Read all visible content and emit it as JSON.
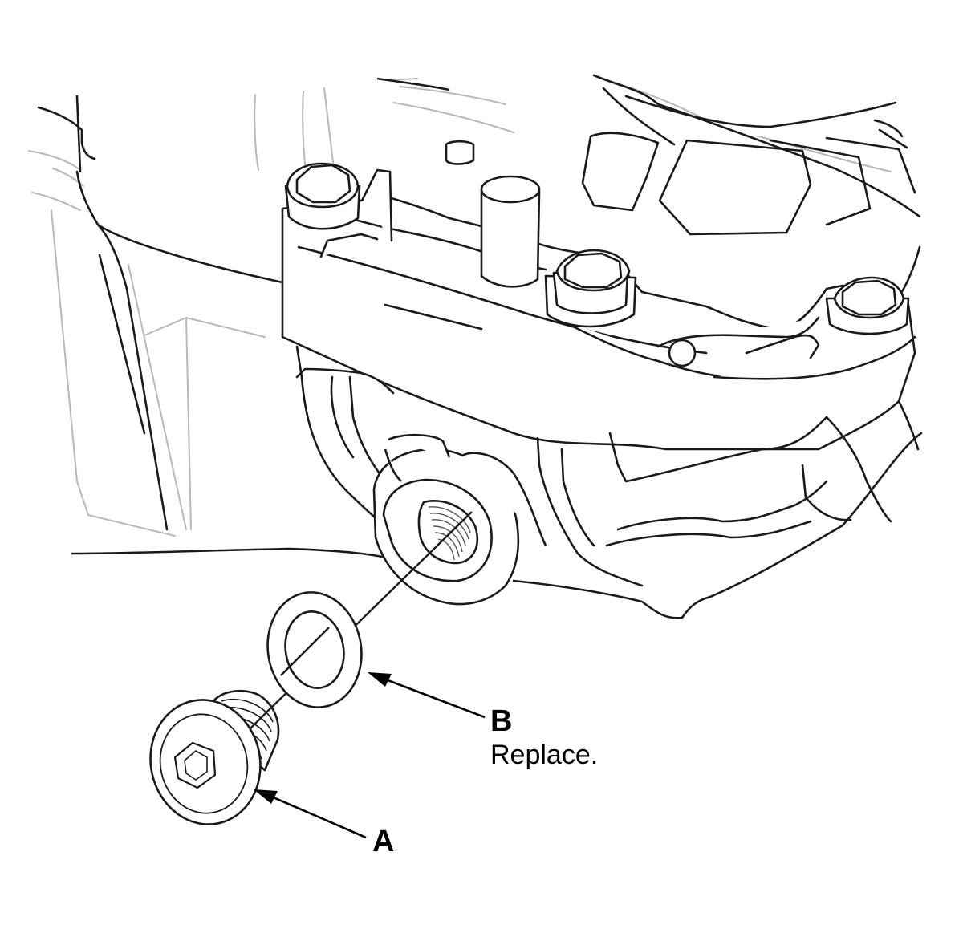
{
  "callouts": {
    "b": {
      "letter": "B",
      "note": "Replace."
    },
    "a": {
      "letter": "A"
    }
  },
  "colors": {
    "outline": "#1a1a1a",
    "background_lines": "#b8b8b8",
    "leader": "#000000"
  }
}
